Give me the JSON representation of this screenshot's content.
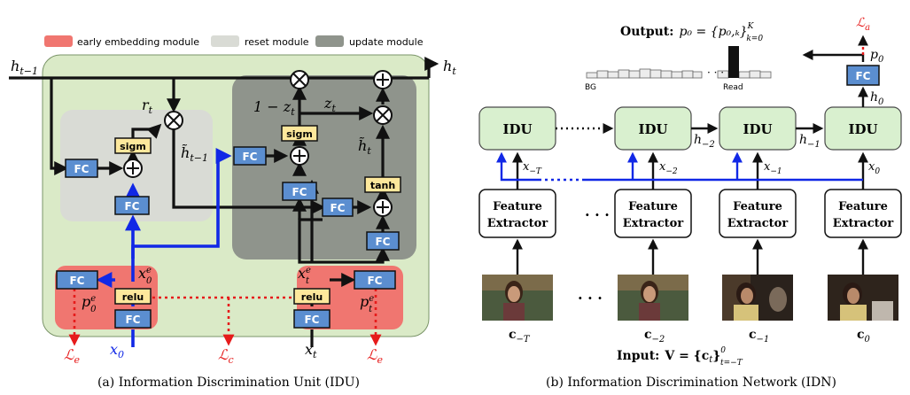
{
  "colors": {
    "green_region": "#daeac7",
    "reset_region": "#d9dbd5",
    "update_region": "#8f948c",
    "early_region": "#f07670",
    "fc_fill": "#5b8ed0",
    "yellow_fill": "#fde89c",
    "idu_fill": "#d9f0cf",
    "blue_line": "#1128e6",
    "red_line": "#e61b1b"
  },
  "legend": {
    "early": "early embedding module",
    "reset": "reset module",
    "update": "update module"
  },
  "idu": {
    "h_prev": "h",
    "h_prev_sub": "t−1",
    "h_out": "h",
    "h_out_sub": "t",
    "fc": "FC",
    "sigm": "sigm",
    "relu": "relu",
    "tanh": "tanh",
    "times": "⊗",
    "plus": "⊕",
    "r_t": "r",
    "r_t_sub": "t",
    "z_t": "z",
    "z_t_sub": "t",
    "one_minus_z": "1 − z",
    "h_tilde_prev": "h̃",
    "h_tilde_prev_sub": "t−1",
    "h_tilde_t": "h̃",
    "h_tilde_t_sub": "t",
    "x0e": "x",
    "x0e_sup": "e",
    "x0e_sub": "0",
    "xte": "x",
    "xte_sup": "e",
    "xte_sub": "t",
    "p0e": "p",
    "p0e_sup": "e",
    "p0e_sub": "0",
    "pte": "p",
    "pte_sup": "e",
    "pte_sub": "t",
    "x0": "x",
    "x0_sub": "0",
    "xt": "x",
    "xt_sub": "t",
    "loss_e": "ℒ",
    "loss_e_sub": "e",
    "loss_c": "ℒ",
    "loss_c_sub": "c",
    "caption": "(a) Information Discrimination Unit (IDU)"
  },
  "idn": {
    "output_label": "Output:",
    "output_formula": "p₀ = {p₀,ₖ}",
    "output_sup": "K",
    "output_sub": "k=0",
    "bg": "BG",
    "dots": "· · ·",
    "read": "Read",
    "loss_a": "ℒ",
    "loss_a_sub": "a",
    "p0": "p",
    "p0_sub": "0",
    "fc": "FC",
    "h0": "h",
    "h0_sub": "0",
    "idu": "IDU",
    "h_m2": "h",
    "h_m2_sub": "−2",
    "h_m1": "h",
    "h_m1_sub": "−1",
    "x_mT": "x",
    "x_mT_sub": "−T",
    "x_m2": "x",
    "x_m2_sub": "−2",
    "x_m1": "x",
    "x_m1_sub": "−1",
    "x_0": "x",
    "x_0_sub": "0",
    "feature_line1": "Feature",
    "feature_line2": "Extractor",
    "c_mT": "c",
    "c_mT_sub": "−T",
    "c_m2": "c",
    "c_m2_sub": "−2",
    "c_m1": "c",
    "c_m1_sub": "−1",
    "c_0": "c",
    "c_0_sub": "0",
    "input_label": "Input:",
    "input_formula": "V = {c",
    "input_t": "t",
    "input_close": "}",
    "input_sup": "0",
    "input_sub": "t=−T",
    "caption": "(b) Information Discrimination Network (IDN)"
  }
}
